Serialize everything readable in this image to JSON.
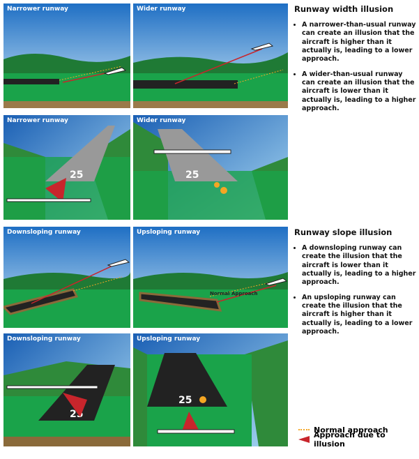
{
  "panels": {
    "narrower_side": "Narrower runway",
    "wider_side": "Wider runway",
    "narrower_pilot": "Narrower runway",
    "wider_pilot": "Wider runway",
    "down_side": "Downsloping runway",
    "up_side": "Upsloping runway",
    "down_pilot": "Downsloping runway",
    "up_pilot": "Upsloping runway",
    "normal_approach_tag": "Normal Approach",
    "runway_number": "25"
  },
  "width_illusion": {
    "title": "Runway width illusion",
    "bullets": [
      "A narrower-than-usual runway can create an illusion that the aircraft is higher than it actually is, leading to a lower approach.",
      "A wider-than-usual runway can create an illusion that the aircraft is lower than it actually is, leading to a higher approach."
    ]
  },
  "slope_illusion": {
    "title": "Runway slope illusion",
    "bullets": [
      "A downsloping runway can create the illusion that the aircraft is lower than it actually is, leading to a higher approach.",
      "An upsloping runway can create the illusion that the aircraft is higher than it actually is, leading to a lower approach."
    ]
  },
  "legend": {
    "normal": "Normal approach",
    "illusion": "Approach due to illusion"
  },
  "colors": {
    "sky": "#2b7fd0",
    "grass": "#1aa34a",
    "normal": "#f5a623",
    "illusion": "#c8252c"
  }
}
